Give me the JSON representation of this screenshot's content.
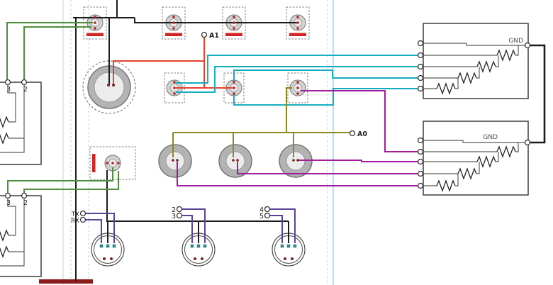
{
  "diagram": {
    "colors": {
      "black": "#1c1c1c",
      "red": "#e8412f",
      "green": "#4e8f3c",
      "cyan": "#16aebe",
      "magenta": "#a11d9e",
      "olive": "#8a8a20",
      "violet": "#5b4397",
      "guide": "#b8d4ec",
      "bar_red": "#d42323",
      "pin_red": "#b42424",
      "dark_pin": "#7d1f1f",
      "teal_pin": "#2e8f8f",
      "component_gray": "#b3b3b3"
    },
    "terminals": {
      "a1": "A1",
      "a0": "A0",
      "tx": "TX",
      "rx": "RX",
      "d2": "2",
      "d3": "3",
      "d4": "4",
      "d5": "5"
    },
    "left_boxes": [
      {
        "pins": [
          "3",
          "2"
        ]
      },
      {
        "pins": [
          "3",
          "2"
        ]
      }
    ],
    "right_boxes": [
      {
        "gnd": "GND"
      },
      {
        "gnd": "GND"
      }
    ]
  }
}
